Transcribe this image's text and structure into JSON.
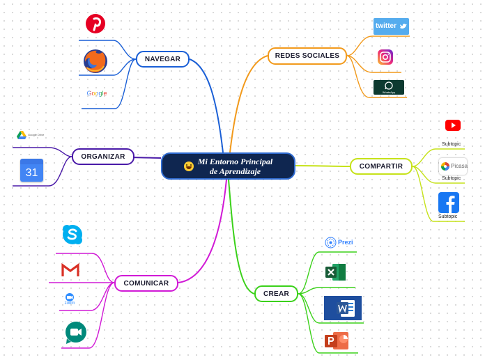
{
  "central": {
    "title_line1": "Mi Entorno Principal",
    "title_line2": "de Aprendizaje",
    "emoji": "grinning-face-icon"
  },
  "branches": {
    "navegar": {
      "label": "NAVEGAR",
      "color": "#1a5fd6",
      "icons": [
        "pinterest-icon",
        "firefox-icon",
        "google-icon"
      ],
      "google_text": "Google"
    },
    "redes": {
      "label": "REDES SOCIALES",
      "color": "#f29a1c",
      "icons": [
        "twitter-icon",
        "instagram-icon",
        "whatsapp-icon"
      ],
      "twitter_text": "twitter",
      "whatsapp_text": "WhatsApp"
    },
    "organizar": {
      "label": "ORGANIZAR",
      "color": "#4a1aa8",
      "icons": [
        "google-drive-icon",
        "google-calendar-icon"
      ],
      "drive_text": "Google Drive",
      "calendar_number": "31"
    },
    "compartir": {
      "label": "COMPARTIR",
      "color": "#c6e21a",
      "icons": [
        "youtube-icon",
        "picasa-icon",
        "facebook-icon"
      ],
      "subtopics": [
        "Subtopic",
        "Subtopic",
        "Subtopic"
      ],
      "picasa_text": "Picasa"
    },
    "comunicar": {
      "label": "COMUNICAR",
      "color": "#d11ad6",
      "icons": [
        "skype-icon",
        "gmail-icon",
        "zoom-icon",
        "google-meet-icon"
      ],
      "zoom_text": "zoom"
    },
    "crear": {
      "label": "CREAR",
      "color": "#3bd11a",
      "icons": [
        "prezi-icon",
        "excel-icon",
        "word-icon",
        "powerpoint-icon"
      ],
      "prezi_text": "Prezi"
    }
  }
}
